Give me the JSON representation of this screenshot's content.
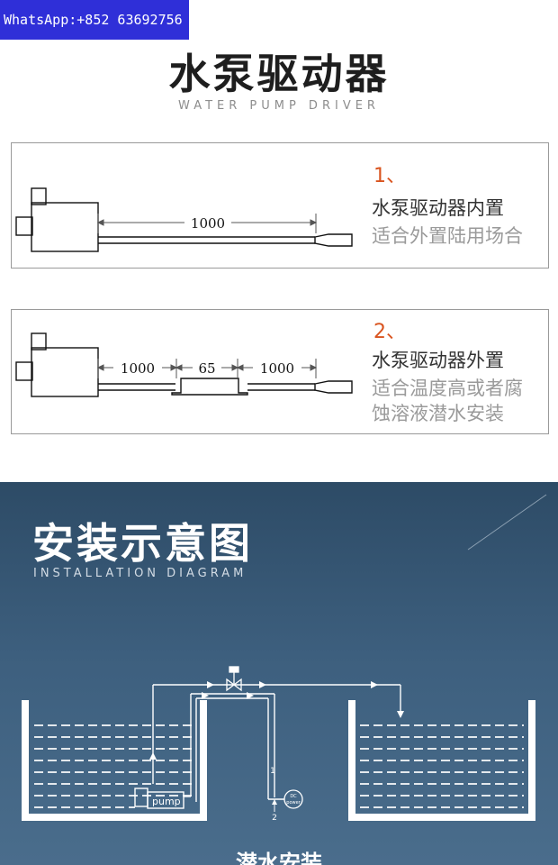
{
  "watermark": "WhatsApp:+852 63692756",
  "header": {
    "title": "水泵驱动器",
    "subtitle": "WATER PUMP DRIVER"
  },
  "panels": [
    {
      "number": "1、",
      "title": "水泵驱动器内置",
      "desc_lines": [
        "适合外置陆用场合"
      ],
      "dims": [
        "1000"
      ]
    },
    {
      "number": "2、",
      "title": "水泵驱动器外置",
      "desc_lines": [
        "适合温度高或者腐",
        "蚀溶液潜水安装"
      ],
      "dims": [
        "1000",
        "65",
        "1000"
      ]
    }
  ],
  "installation": {
    "title": "安装示意图",
    "subtitle": "INSTALLATION DIAGRAM",
    "pump_label": "pump",
    "dc_label_1": "DC",
    "dc_label_2": "power",
    "mark_1": "1",
    "mark_2": "2",
    "caption": "潜水安装"
  }
}
